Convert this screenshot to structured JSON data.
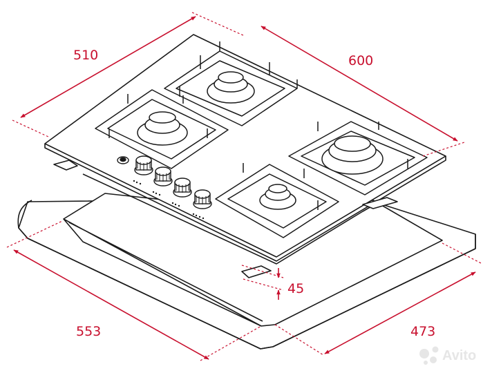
{
  "dimensions": {
    "hob_depth": "510",
    "hob_width": "600",
    "cutout_width": "553",
    "cutout_depth": "473",
    "hob_height": "45"
  },
  "watermark": {
    "text": "Avito"
  },
  "colors": {
    "line": "#1a1a1a",
    "dimension": "#c8102e",
    "background": "#ffffff",
    "watermark": "#e6e6e6"
  }
}
